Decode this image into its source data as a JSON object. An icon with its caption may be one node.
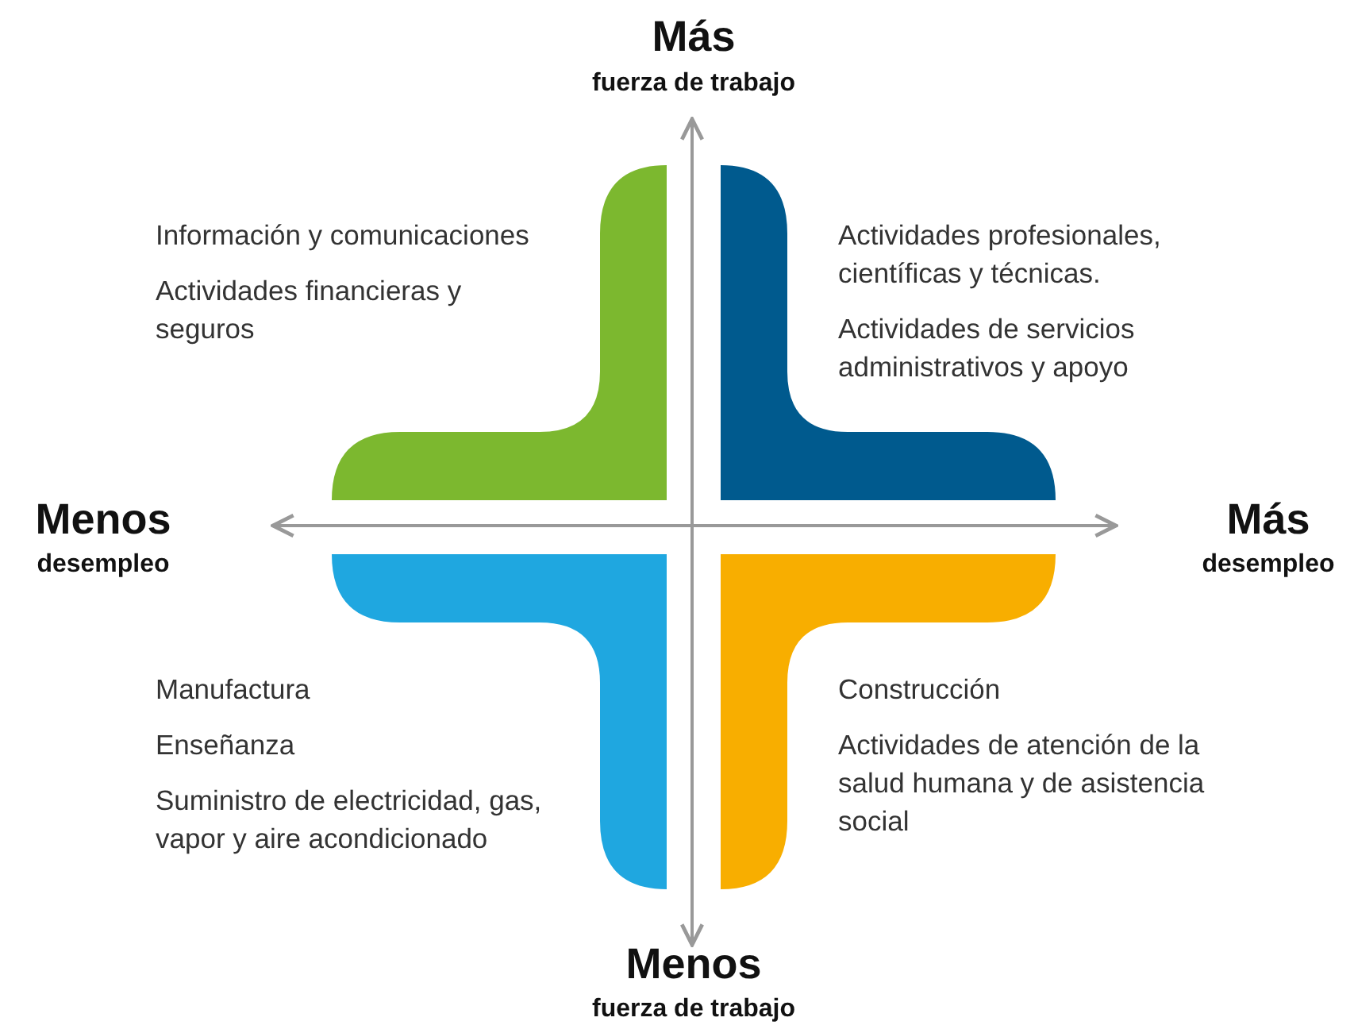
{
  "diagram": {
    "nodes": [
      {
        "text": [],
        "shape": "bar",
        "beside": [
          "Información y comunicaciones",
          "Actividades financieras y seguros"
        ]
      },
      {
        "text": [],
        "shape": "bar",
        "beside": [
          "Actividades profesionales, científicas y técnicas.",
          "Actividades de servicios administrativos y apoyo"
        ]
      },
      {
        "text": [],
        "shape": "bar",
        "beside": [
          "Manufactura",
          "Enseñanza",
          "Suministro de electricidad, gas, vapor y aire acondicionado"
        ]
      },
      {
        "text": [],
        "shape": "bar",
        "beside": [
          "Construcción",
          "Actividades de atención de la salud humana y de asistencia social"
        ]
      }
    ],
    "labels": [
      "Más",
      "fuerza de trabajo",
      "Menos",
      "desempleo",
      "Más",
      "desempleo",
      "Menos",
      "fuerza de trabajo"
    ]
  }
}
